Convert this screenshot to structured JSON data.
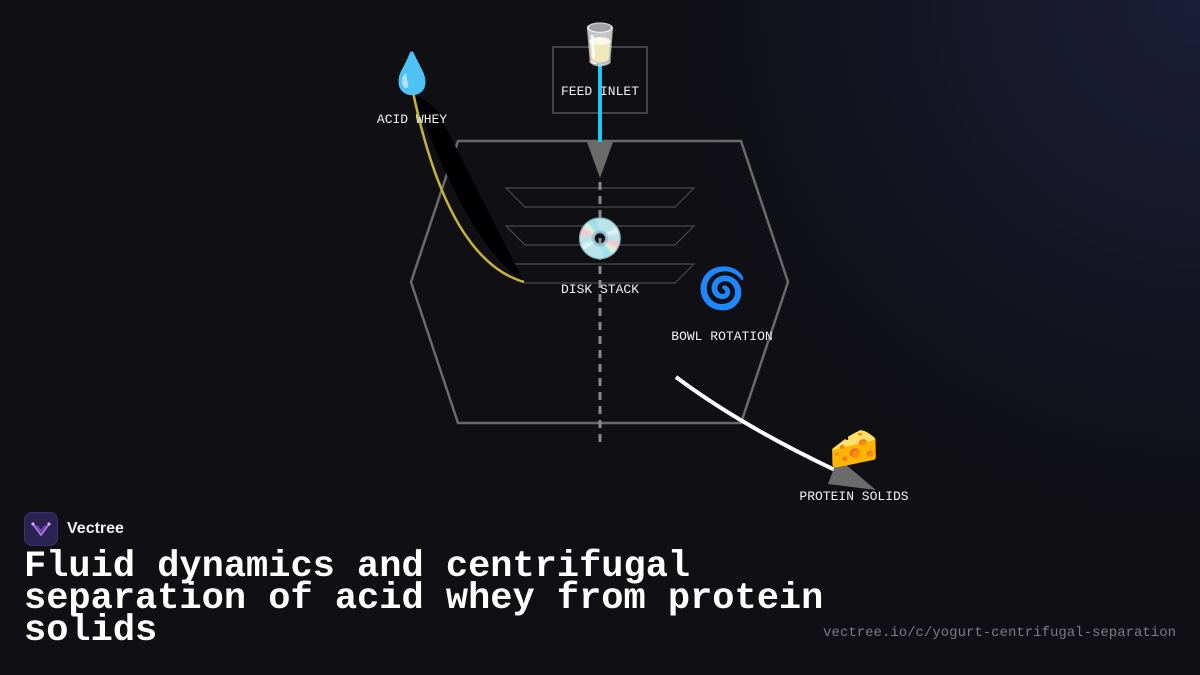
{
  "labels": {
    "feed_inlet": "FEED INLET",
    "acid_whey": "ACID WHEY",
    "disk_stack": "DISK STACK",
    "bowl_rotation": "BOWL ROTATION",
    "protein_solids": "PROTEIN SOLIDS"
  },
  "icons": {
    "feed_inlet": "milk-glass-icon",
    "acid_whey": "droplet-icon",
    "disk_stack": "disc-icon",
    "bowl_rotation": "cyclone-icon",
    "protein_solids": "cheese-icon"
  },
  "emoji": {
    "feed_inlet": "🥛",
    "acid_whey": "💧",
    "disk_stack": "💿",
    "bowl_rotation": "🌀",
    "protein_solids": "🧀"
  },
  "colors": {
    "background": "#0f0f14",
    "feed_flow": "#1ec8f0",
    "whey_flow": "#c9b43a",
    "solids_flow": "#ffffff",
    "bowl_outline": "#6a6a6a",
    "arrow_fill": "#6b6b6b"
  },
  "brand": {
    "name": "Vectree"
  },
  "title": "Fluid dynamics and centrifugal separation of acid whey from protein solids",
  "url": "vectree.io/c/yogurt-centrifugal-separation"
}
